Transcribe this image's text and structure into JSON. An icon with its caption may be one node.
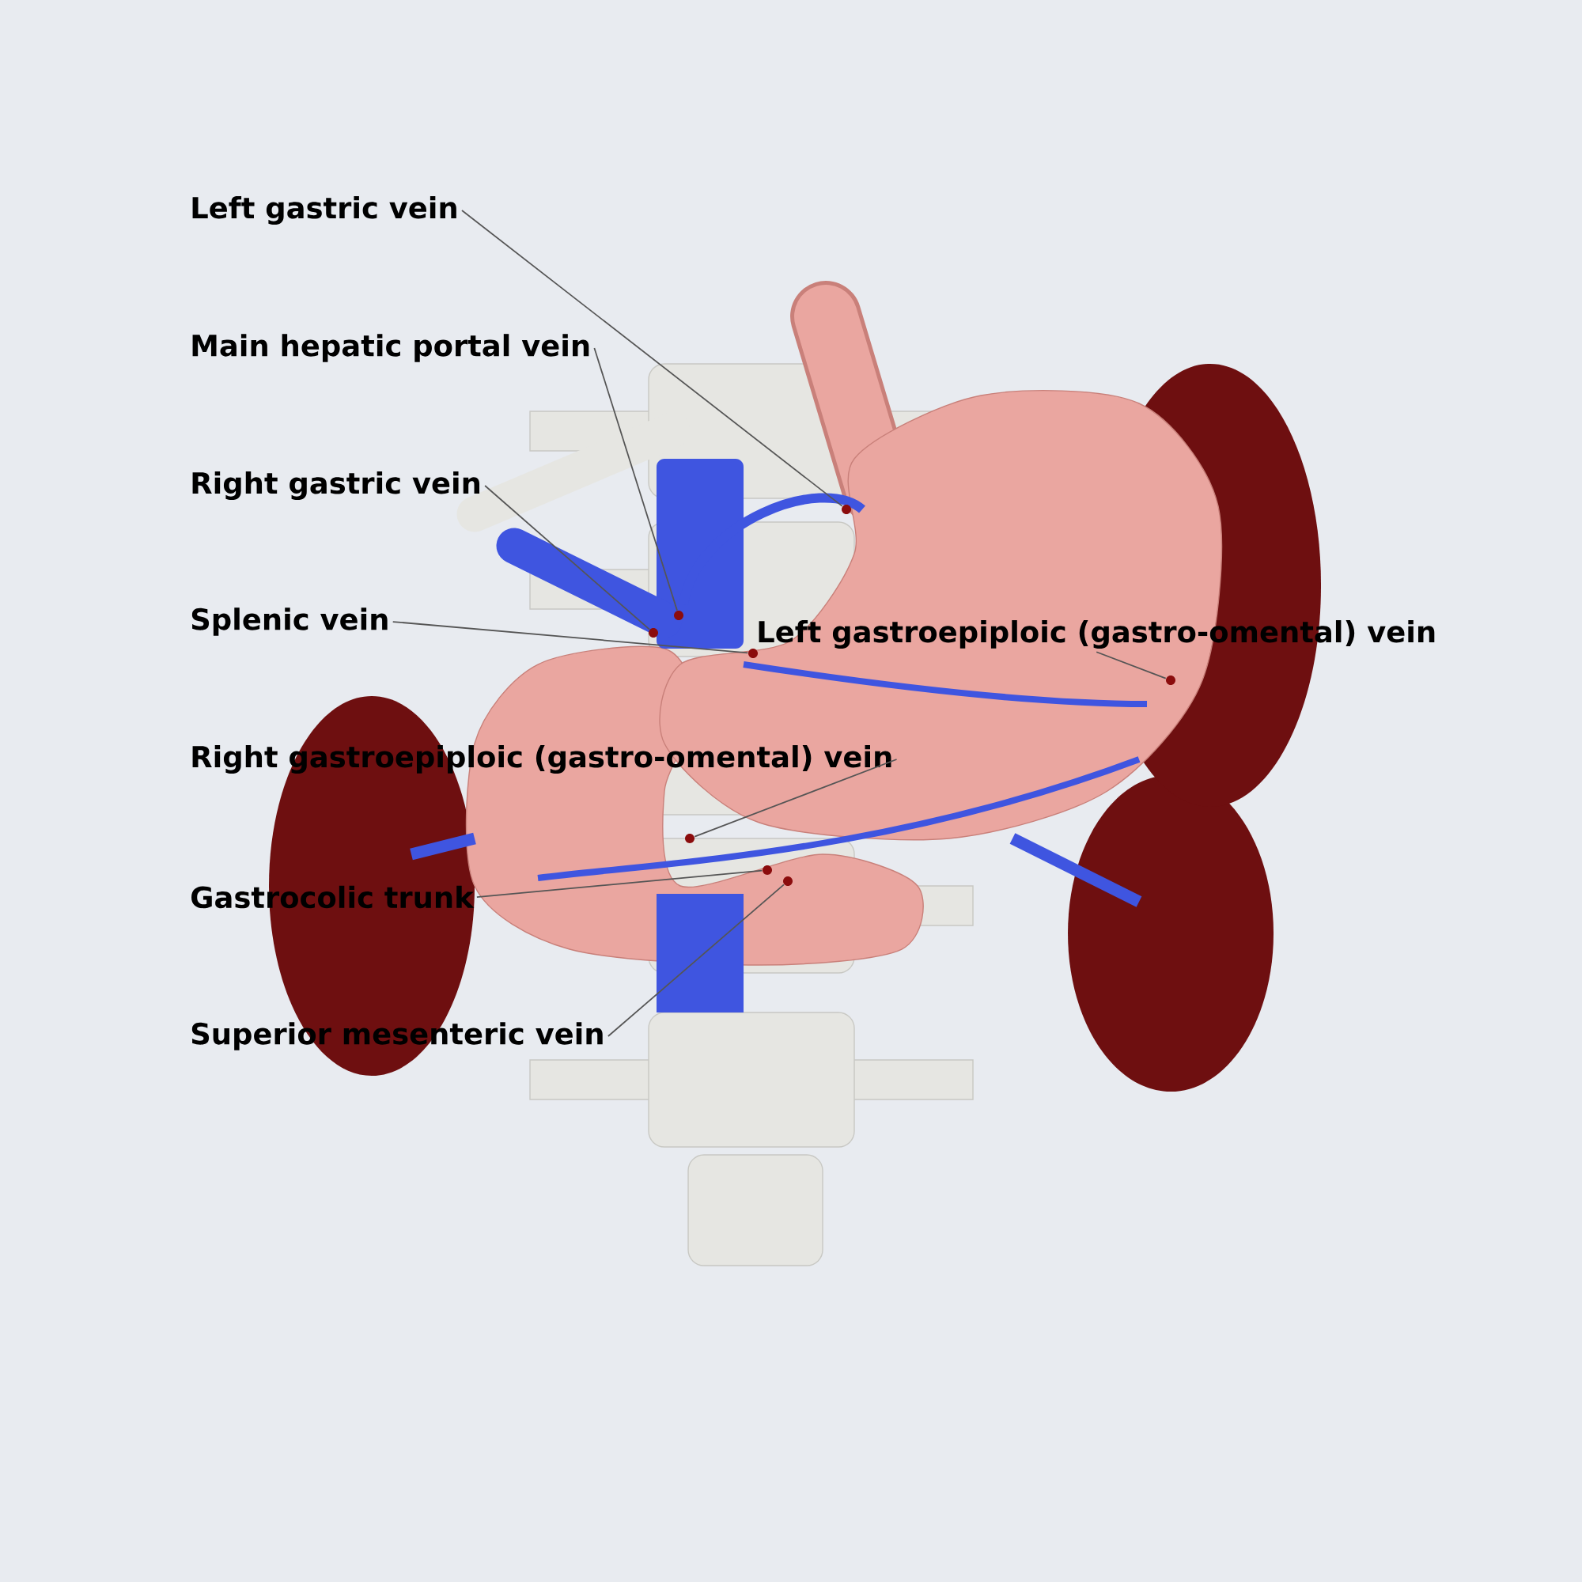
{
  "diagram": {
    "nodes": [
      {
        "text": [
          "Left gastric vein"
        ]
      },
      {
        "text": [
          "Main hepatic portal vein"
        ]
      },
      {
        "text": [
          "Right gastric vein"
        ]
      },
      {
        "text": [
          "Splenic vein"
        ]
      },
      {
        "text": [
          "Left gastroepiploic (gastro-omental) vein"
        ]
      },
      {
        "text": [
          "Right gastroepiploic (gastro-omental) vein"
        ]
      },
      {
        "text": [
          "Gastrocolic trunk"
        ]
      },
      {
        "text": [
          "Superior mesenteric vein"
        ]
      },
      {
        "text": [],
        "shape": "circle"
      },
      {
        "text": [],
        "shape": "circle"
      },
      {
        "text": [],
        "shape": "circle"
      },
      {
        "text": [],
        "shape": "circle"
      },
      {
        "text": [],
        "shape": "circle"
      },
      {
        "text": [],
        "shape": "circle"
      },
      {
        "text": [],
        "shape": "circle"
      },
      {
        "text": [],
        "shape": "circle"
      }
    ],
    "edges": [
      {
        "from": 0,
        "to": 8,
        "arrow": "none"
      },
      {
        "from": 1,
        "to": 9,
        "arrow": "none"
      },
      {
        "from": 2,
        "to": 10,
        "arrow": "none"
      },
      {
        "from": 3,
        "to": 11,
        "arrow": "none"
      },
      {
        "from": 4,
        "to": 12,
        "arrow": "none"
      },
      {
        "from": 5,
        "to": 13,
        "arrow": "none"
      },
      {
        "from": 6,
        "to": 14,
        "arrow": "none"
      },
      {
        "from": 7,
        "to": 15,
        "arrow": "none"
      }
    ]
  }
}
